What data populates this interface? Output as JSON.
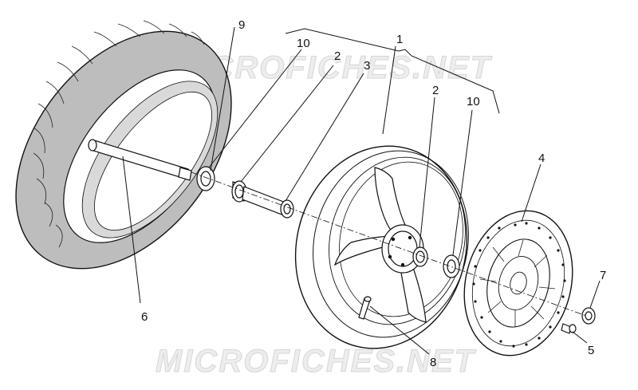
{
  "watermark": {
    "text": "MICROFICHES.NET"
  },
  "callouts": {
    "wheel_assembly": "1",
    "spacer_top": "2",
    "spacer_hub": "2",
    "sleeve": "3",
    "brake_disc": "4",
    "disc_screw": "5",
    "axle": "6",
    "nut": "7",
    "valve": "8",
    "tyre": "9",
    "bearing_left": "10",
    "bearing_right": "10"
  },
  "colors": {
    "tyre": "#b8b8b8",
    "parts": "#ffffff",
    "line": "#111111"
  }
}
